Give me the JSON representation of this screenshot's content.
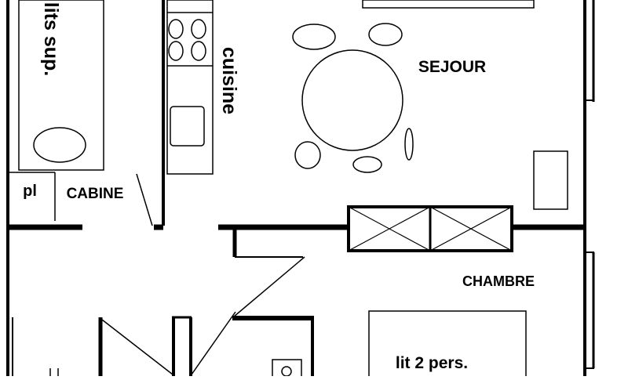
{
  "rooms": {
    "sejour": "SEJOUR",
    "chambre": "CHAMBRE",
    "cabine": "CABINE",
    "cuisine": "cuisine",
    "pl": "pl",
    "lits_sup": "lits sup.",
    "lit_2_pers": "lit 2 pers."
  },
  "colors": {
    "wall": "#000000",
    "background": "#ffffff"
  }
}
